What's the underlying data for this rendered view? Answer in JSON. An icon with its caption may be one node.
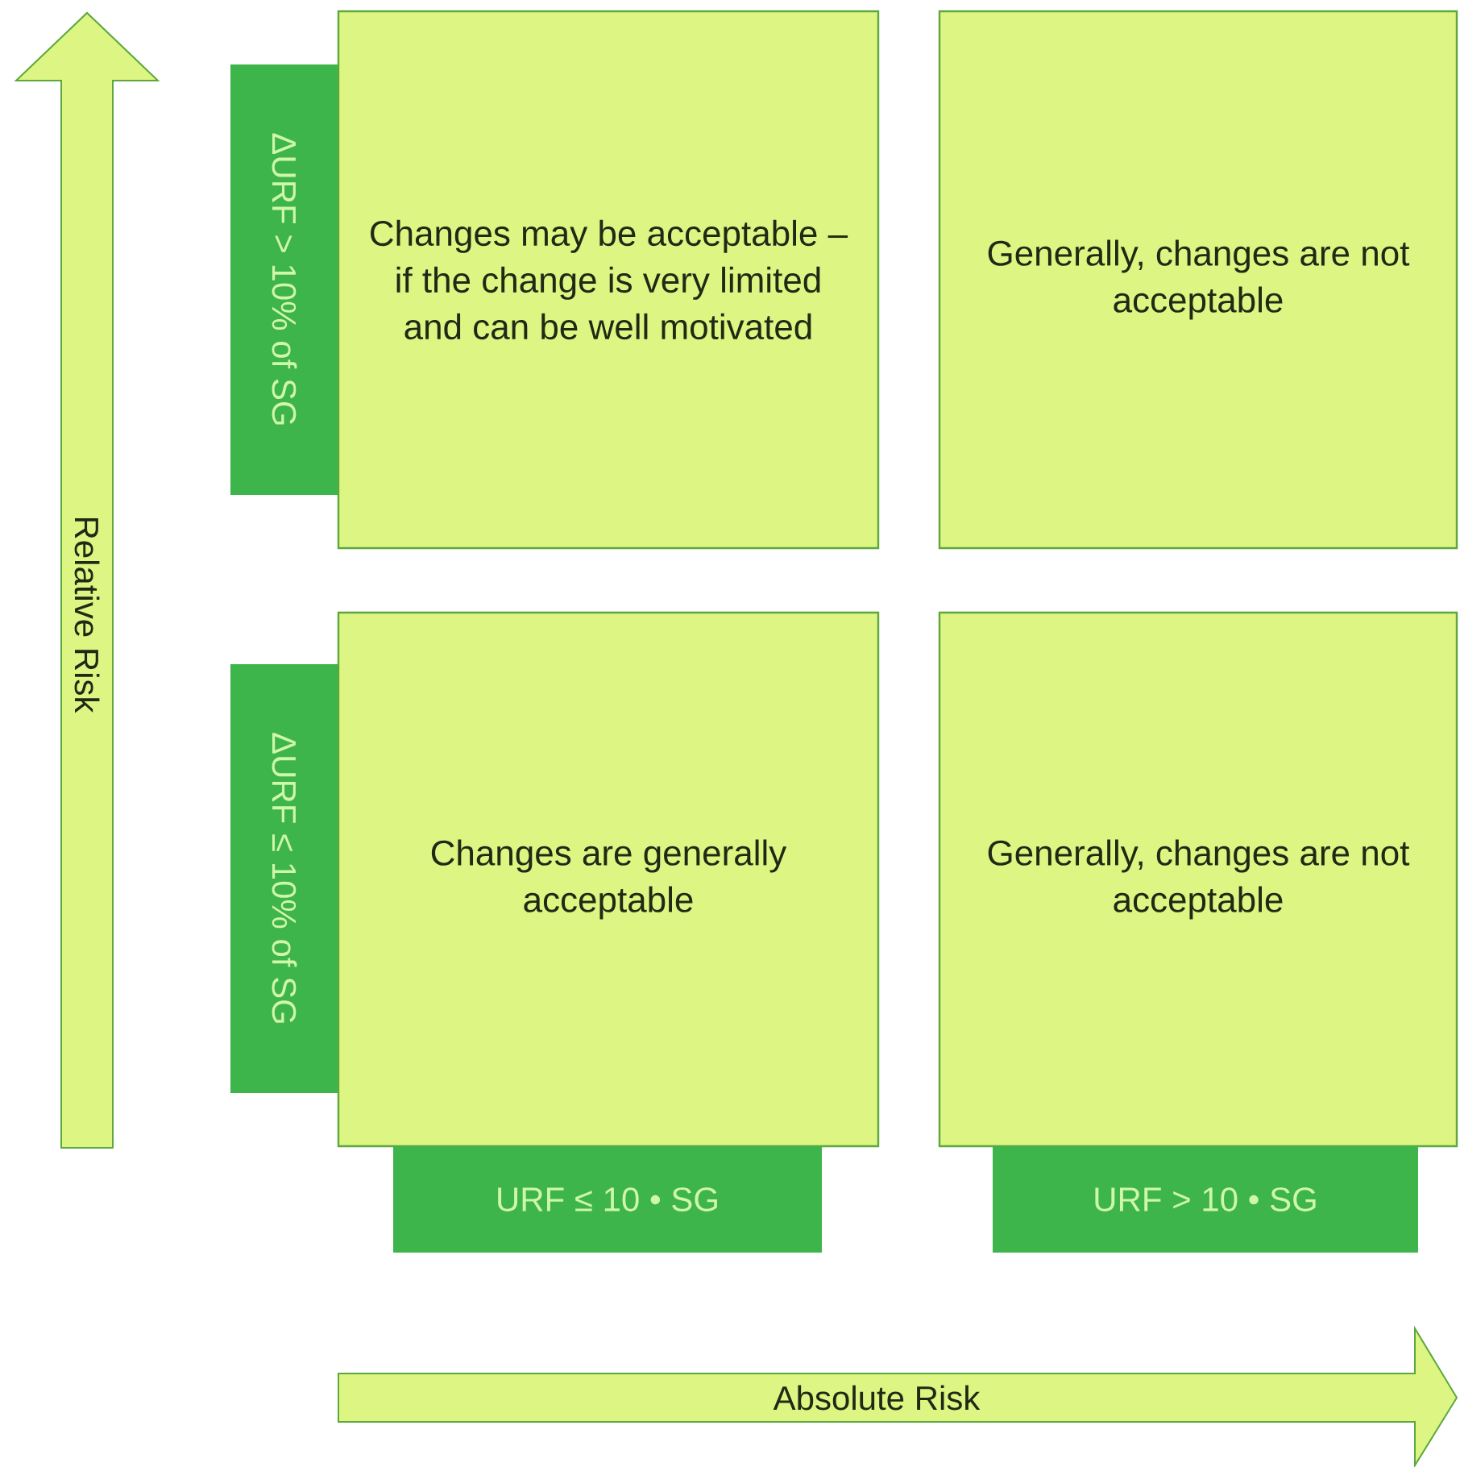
{
  "diagram": {
    "nodes": [
      {
        "text": [
          "Relative Risk"
        ]
      },
      {
        "text": [
          "ΔURF > 10% of SG"
        ]
      },
      {
        "text": [
          "Changes may be acceptable – if the change is very limited and can be well motivated"
        ]
      },
      {
        "text": [
          "Generally, changes are not acceptable"
        ]
      },
      {
        "text": [
          "ΔURF ≤ 10% of SG"
        ]
      },
      {
        "text": [
          "Changes are generally acceptable"
        ]
      },
      {
        "text": [
          "Generally, changes are not acceptable"
        ]
      },
      {
        "text": [
          "URF ≤ 10 • SG"
        ]
      },
      {
        "text": [
          "URF > 10 • SG"
        ]
      },
      {
        "text": [
          "Absolute Risk"
        ]
      }
    ]
  }
}
